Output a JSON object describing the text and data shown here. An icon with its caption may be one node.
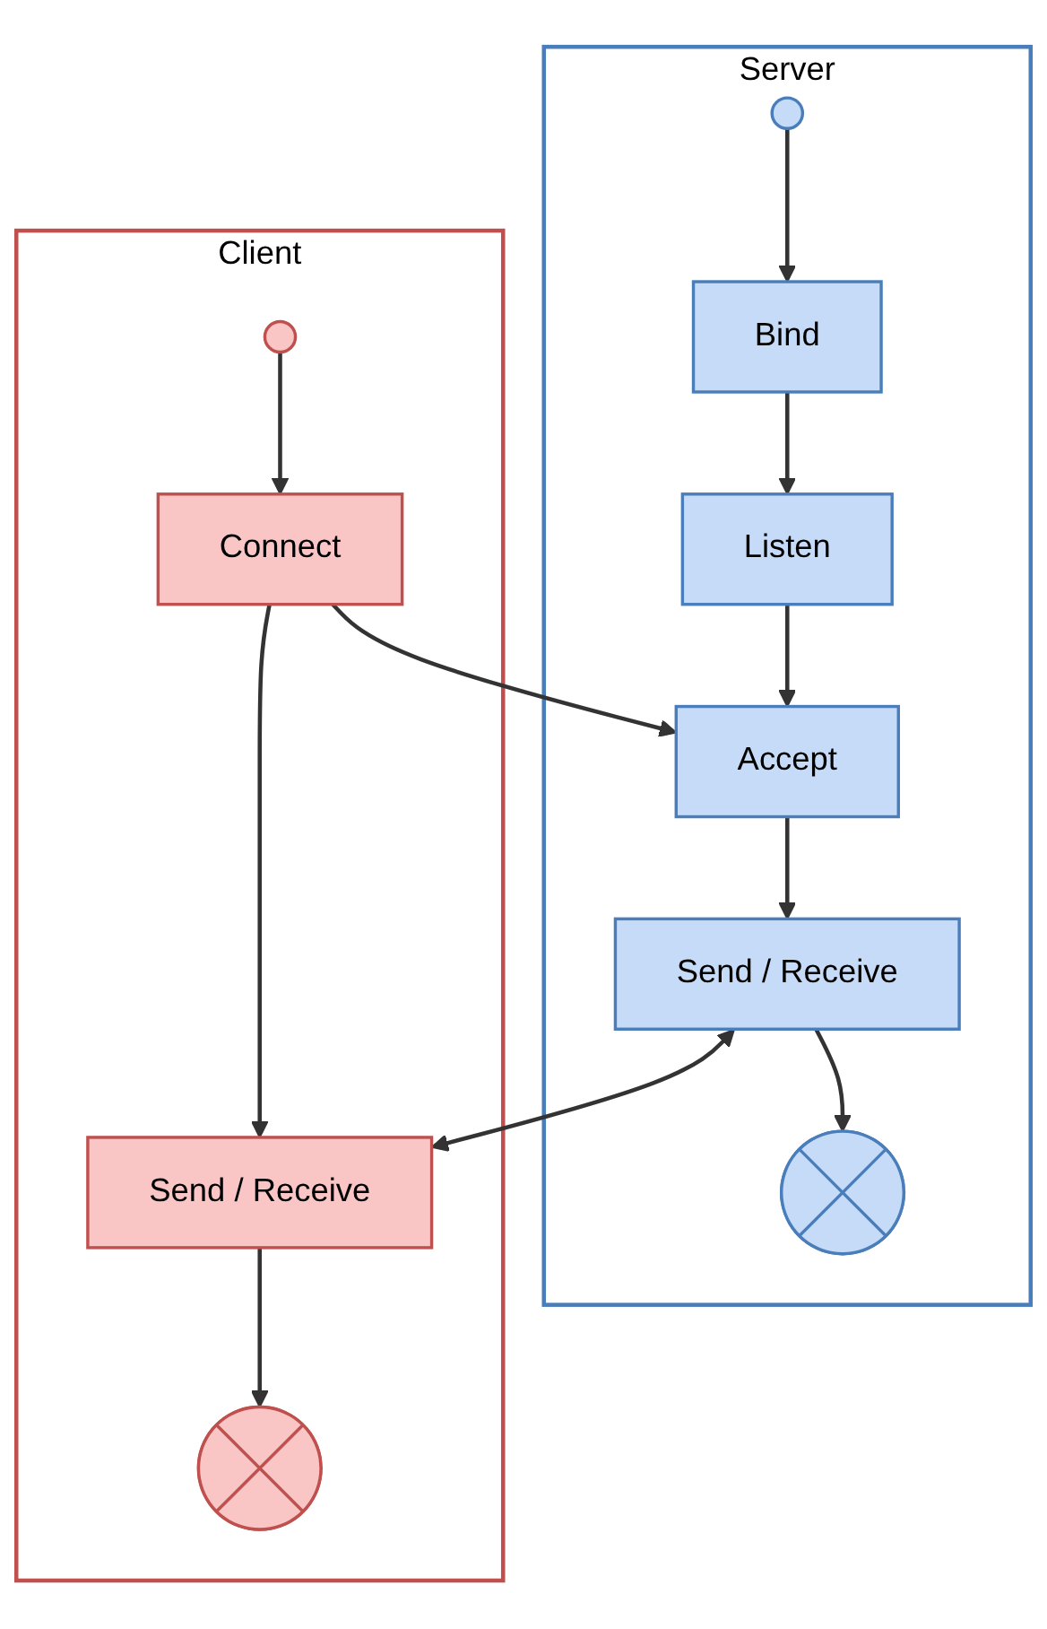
{
  "diagram": {
    "nodes": [
      {
        "text": [
          "Server"
        ]
      },
      {
        "text": [],
        "shape": "circle",
        "in": 0
      },
      {
        "text": [
          "Bind"
        ],
        "in": 0
      },
      {
        "text": [
          "Listen"
        ],
        "in": 0
      },
      {
        "text": [
          "Accept"
        ],
        "in": 0
      },
      {
        "text": [
          "Send / Receive"
        ],
        "in": 0
      },
      {
        "text": [],
        "shape": "cross",
        "in": 0
      },
      {
        "text": [
          "Client"
        ]
      },
      {
        "text": [],
        "shape": "circle",
        "in": 7
      },
      {
        "text": [
          "Connect"
        ],
        "in": 7
      },
      {
        "text": [
          "Send / Receive"
        ],
        "in": 7
      },
      {
        "text": [],
        "shape": "cross",
        "in": 7
      }
    ],
    "edges": [
      {
        "from": 1,
        "to": 2,
        "arrow": "to"
      },
      {
        "from": 2,
        "to": 3,
        "arrow": "to"
      },
      {
        "from": 3,
        "to": 4,
        "arrow": "to"
      },
      {
        "from": 4,
        "to": 5,
        "arrow": "to"
      },
      {
        "from": 5,
        "to": 6,
        "arrow": "to"
      },
      {
        "from": 8,
        "to": 9,
        "arrow": "to"
      },
      {
        "from": 9,
        "to": 4,
        "arrow": "to"
      },
      {
        "from": 9,
        "to": 10,
        "arrow": "to"
      },
      {
        "from": 5,
        "to": 10,
        "arrow": "both"
      },
      {
        "from": 10,
        "to": 11,
        "arrow": "to"
      }
    ]
  }
}
